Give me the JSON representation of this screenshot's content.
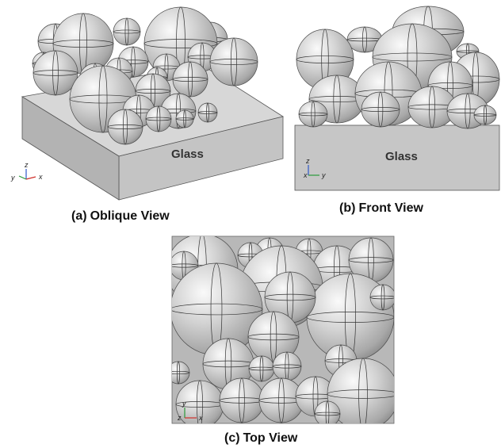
{
  "panels": {
    "oblique": {
      "tag": "(a)",
      "title": "Oblique View",
      "substrate_label": "Glass",
      "triad": [
        "y",
        "z",
        "x"
      ]
    },
    "front": {
      "tag": "(b)",
      "title": "Front View",
      "substrate_label": "Glass",
      "triad": [
        "z",
        "x",
        "y"
      ]
    },
    "top": {
      "tag": "(c)",
      "title": "Top View",
      "triad": [
        "y",
        "z",
        "x"
      ]
    }
  },
  "colors": {
    "sphere_light": "#f7f7f7",
    "sphere_mid": "#c6c6c6",
    "sphere_dark": "#8c8c8c",
    "glass_top": "#d7d7d7",
    "glass_front": "#c4c4c4",
    "glass_side": "#b5b5b5",
    "top_view_background": "#b8b8b8",
    "axis_x": "#d0302a",
    "axis_y": "#2b9a3a",
    "axis_z": "#2f58c9"
  }
}
